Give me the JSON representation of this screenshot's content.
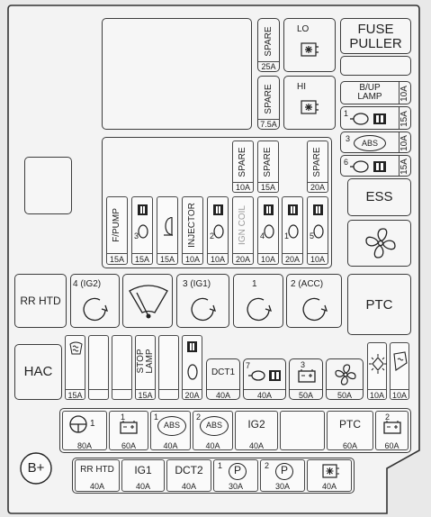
{
  "top_right": {
    "spare1": {
      "label": "SPARE",
      "amp": "25A"
    },
    "lo": {
      "label": "LO"
    },
    "fuse_puller": {
      "label": "FUSE\nPULLER"
    },
    "spare2": {
      "label": "SPARE",
      "amp": "7.5A"
    },
    "hi": {
      "label": "HI"
    },
    "bup_lamp": {
      "label": "B/UP\nLAMP",
      "amp": "10A"
    },
    "relay_r1": {
      "num": "1",
      "amp": "15A"
    },
    "abs_r": {
      "num": "3",
      "text": "ABS",
      "amp": "10A"
    },
    "relay_r6": {
      "num": "6",
      "amp": "15A"
    }
  },
  "middle_row": {
    "spares": [
      {
        "label": "SPARE",
        "amp": "10A"
      },
      {
        "label": "SPARE",
        "amp": "15A"
      },
      {
        "label": "SPARE",
        "amp": "20A"
      }
    ],
    "fuses": [
      {
        "label": "F/PUMP",
        "amp": "15A"
      },
      {
        "label": "",
        "num": "3",
        "amp": "15A"
      },
      {
        "label": "",
        "amp": "15A"
      },
      {
        "label": "INJECTOR",
        "amp": "10A"
      },
      {
        "label": "",
        "num": "2",
        "amp": "10A"
      },
      {
        "label": "IGN COIL",
        "amp": "20A"
      },
      {
        "label": "",
        "num": "4",
        "amp": "10A"
      },
      {
        "label": "",
        "num": "1",
        "amp": "20A"
      },
      {
        "label": "",
        "num": "5",
        "amp": "10A"
      }
    ],
    "ess": "ESS"
  },
  "relay_row": {
    "rr_htd": "RR HTD",
    "ig2": "4 (IG2)",
    "ig1": "3 (IG1)",
    "r1": "1",
    "acc": "2 (ACC)",
    "ptc": "PTC"
  },
  "lower_row": {
    "hac": "HAC",
    "fuses": [
      {
        "amp": "15A"
      },
      {
        "amp": ""
      },
      {
        "amp": ""
      },
      {
        "label": "STOP\nLAMP",
        "amp": "15A"
      },
      {
        "amp": ""
      },
      {
        "amp": "20A"
      }
    ],
    "dct1": {
      "label": "DCT1",
      "amp": "40A"
    },
    "cool": {
      "num": "7",
      "amp": "40A"
    },
    "bat": {
      "num": "3",
      "amp": "50A"
    },
    "fan": {
      "amp": "50A"
    },
    "sun": {
      "amp": "10A"
    },
    "mirror": {
      "amp": "10A"
    }
  },
  "bottom_row1": [
    {
      "num": "1",
      "amp": "80A"
    },
    {
      "num": "1",
      "amp": "60A"
    },
    {
      "num": "1",
      "text": "ABS",
      "amp": "40A"
    },
    {
      "num": "2",
      "text": "ABS",
      "amp": "40A"
    },
    {
      "label": "IG2",
      "amp": "40A"
    },
    {
      "label": "PTC",
      "amp": "60A"
    },
    {
      "num": "2",
      "amp": "60A"
    }
  ],
  "bottom_row2": [
    {
      "label": "RR HTD",
      "amp": "40A"
    },
    {
      "label": "IG1",
      "amp": "40A"
    },
    {
      "label": "DCT2",
      "amp": "40A"
    },
    {
      "num": "1",
      "text": "P",
      "amp": "30A"
    },
    {
      "num": "2",
      "text": "P",
      "amp": "30A"
    },
    {
      "amp": "40A"
    }
  ],
  "battery": "B+"
}
